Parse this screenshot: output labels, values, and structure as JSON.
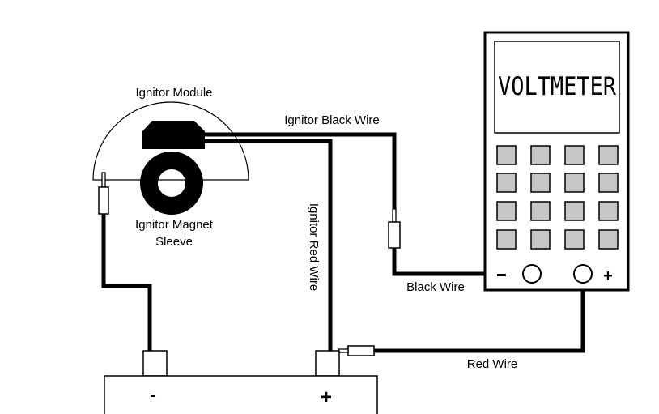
{
  "labels": {
    "ignitor_module": "Ignitor Module",
    "ignitor_black_wire": "Ignitor Black Wire",
    "ignitor_red_wire": "Ignitor Red Wire",
    "ignitor_magnet_line1": "Ignitor Magnet",
    "ignitor_magnet_line2": "Sleeve",
    "black_wire": "Black Wire",
    "red_wire": "Red Wire"
  },
  "voltmeter": {
    "display_text": "VOLTMETER",
    "minus_symbol": "-",
    "plus_symbol": "+"
  },
  "battery": {
    "minus_symbol": "-",
    "plus_symbol": "+"
  }
}
